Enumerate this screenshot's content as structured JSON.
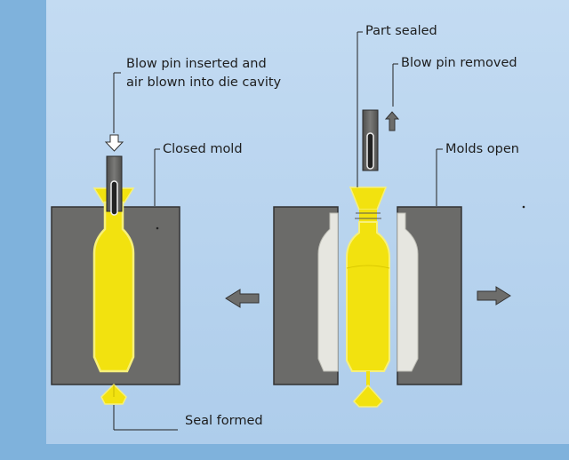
{
  "labels": {
    "blow_pin_inserted_line1": "Blow pin inserted and",
    "blow_pin_inserted_line2": "air blown into die cavity",
    "closed_mold": "Closed mold",
    "seal_formed": "Seal formed",
    "part_sealed": "Part sealed",
    "blow_pin_removed": "Blow pin removed",
    "molds_open": "Molds open"
  },
  "colors": {
    "background": "#7fb2dc",
    "panel": "#b9d5ef",
    "mold": "#6b6b69",
    "plastic": "#f2e20f",
    "plastic_outline": "#f7f07a",
    "blow_pin": "#5c5c5a",
    "arrow": "#6d6d6b",
    "cavity_white": "#e6e6e0"
  },
  "icons": [
    "down-arrow-icon",
    "up-arrow-icon",
    "left-arrow-icon",
    "right-arrow-icon"
  ]
}
